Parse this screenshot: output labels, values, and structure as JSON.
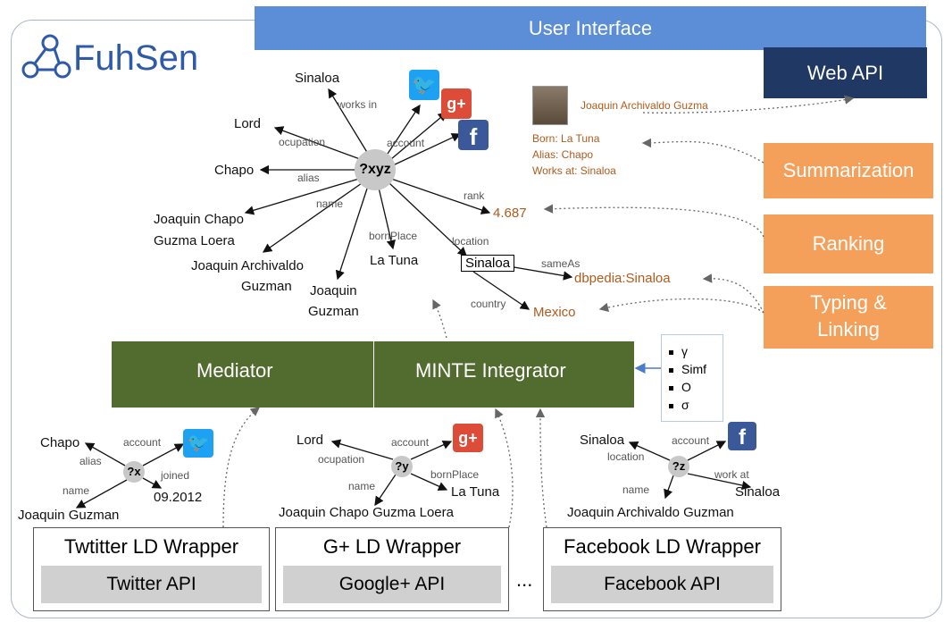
{
  "header": {
    "title": "User Interface",
    "brand": "FuhSen"
  },
  "side_boxes": {
    "web_api": "Web API",
    "summarization": "Summarization",
    "ranking": "Ranking",
    "typing_linking_1": "Typing &",
    "typing_linking_2": "Linking"
  },
  "central_graph": {
    "node": "?xyz",
    "targets": {
      "sinaloa": "Sinaloa",
      "lord": "Lord",
      "chapo": "Chapo",
      "name_1a": "Joaquin Chapo",
      "name_1b": "Guzma Loera",
      "name_2a": "Joaquin Archivaldo",
      "name_2b": "Guzman",
      "name_3a": "Joaquin",
      "name_3b": "Guzman",
      "la_tuna": "La Tuna",
      "rank_value": "4.687",
      "location_value": "Sinaloa",
      "dbpedia": "dbpedia:Sinaloa",
      "mexico": "Mexico"
    },
    "edges": {
      "works_in": "works in",
      "ocupation": "ocupation",
      "alias": "alias",
      "name": "name",
      "account": "account",
      "born_place": "bornPlace",
      "rank": "rank",
      "location": "location",
      "same_as": "sameAs",
      "country": "country"
    }
  },
  "summary_card": {
    "name": "Joaquin Archivaldo Guzma",
    "born": "Born: La Tuna",
    "alias": "Alias: Chapo",
    "works": "Works at: Sinaloa"
  },
  "integrator": {
    "mediator": "Mediator",
    "minte": "MINTE Integrator",
    "params": [
      "γ",
      "Simf",
      "O",
      "σ"
    ]
  },
  "sub_graphs": [
    {
      "node": "?x",
      "chapo": "Chapo",
      "alias": "alias",
      "account": "account",
      "joined": "joined",
      "joined_value": "09.2012",
      "name": "name",
      "name_value": "Joaquin Guzman"
    },
    {
      "node": "?y",
      "lord": "Lord",
      "ocupation": "ocupation",
      "account": "account",
      "born_place": "bornPlace",
      "born_value": "La Tuna",
      "name": "name",
      "name_value": "Joaquin Chapo Guzma Loera"
    },
    {
      "node": "?z",
      "sinaloa": "Sinaloa",
      "location": "location",
      "account": "account",
      "work_at": "work at",
      "work_value": "Sinaloa",
      "name": "name",
      "name_value": "Joaquin Archivaldo Guzman"
    }
  ],
  "wrappers": [
    {
      "title": "Twtitter LD Wrapper",
      "api": "Twitter API"
    },
    {
      "title": "G+ LD Wrapper",
      "api": "Google+ API"
    },
    {
      "title": "Facebook LD Wrapper",
      "api": "Facebook API"
    }
  ],
  "ellipsis": "...",
  "icons": {
    "twitter": "twitter-icon",
    "google_plus": "google-plus-icon",
    "facebook": "facebook-icon",
    "logo": "network-logo-icon",
    "photo": "person-photo-icon"
  },
  "colors": {
    "ui_bar": "#5b8ed6",
    "web_api": "#1f3864",
    "orange_boxes": "#f5a05a",
    "mediator": "#526b2f",
    "literal_brown": "#b05a1c",
    "frame": "#aab7c4"
  }
}
